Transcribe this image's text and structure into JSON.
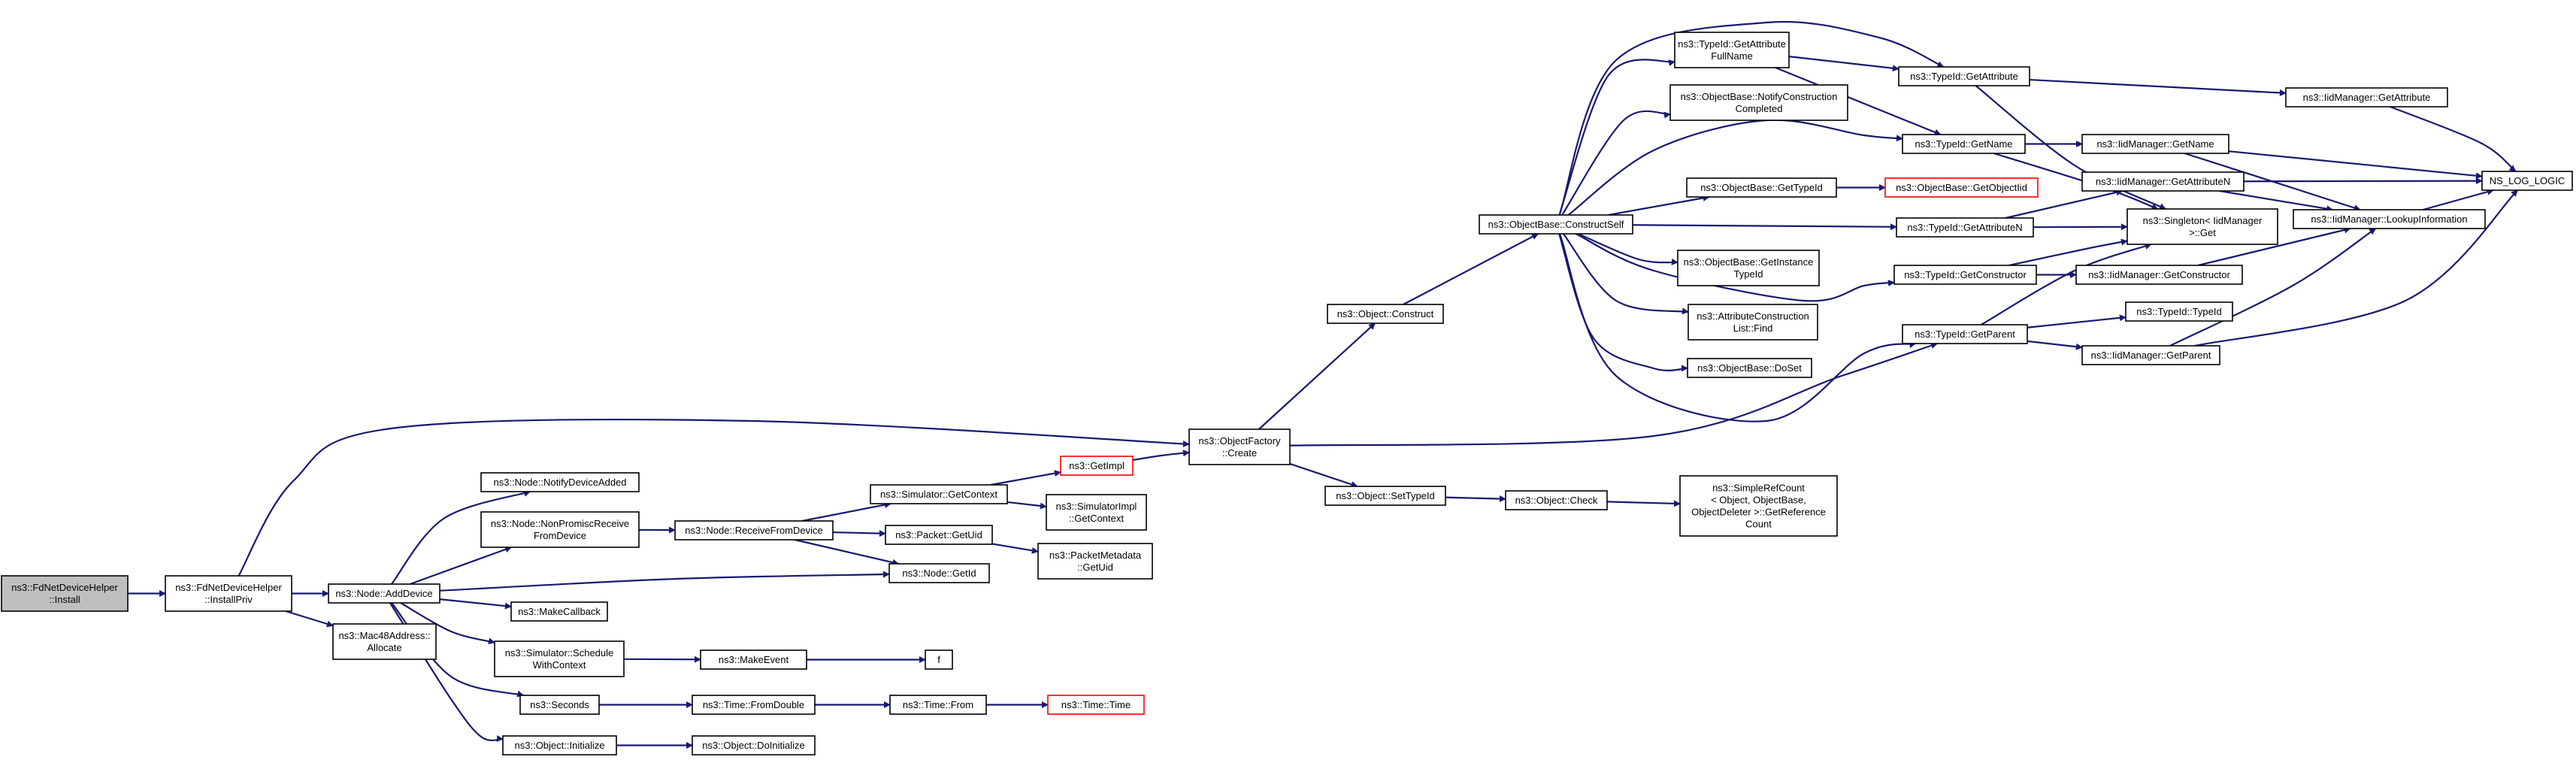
{
  "graph": {
    "colors": {
      "edge": "#191970",
      "node_border": "#000000",
      "red_border": "#ff0000",
      "root_fill": "#bfbfbf",
      "node_fill": "#ffffff"
    },
    "nodes": [
      {
        "id": "install",
        "lines": [
          "ns3::FdNetDeviceHelper",
          "::Install"
        ],
        "style": "root"
      },
      {
        "id": "installpriv",
        "lines": [
          "ns3::FdNetDeviceHelper",
          "::InstallPriv"
        ]
      },
      {
        "id": "nodeadddevice",
        "lines": [
          "ns3::Node::AddDevice"
        ]
      },
      {
        "id": "mac48allocate",
        "lines": [
          "ns3::Mac48Address::",
          "Allocate"
        ]
      },
      {
        "id": "notifydeviceadded",
        "lines": [
          "ns3::Node::NotifyDeviceAdded"
        ]
      },
      {
        "id": "nonpromisc",
        "lines": [
          "ns3::Node::NonPromiscReceive",
          "FromDevice"
        ]
      },
      {
        "id": "makecallback",
        "lines": [
          "ns3::MakeCallback"
        ]
      },
      {
        "id": "schedulewithcontext",
        "lines": [
          "ns3::Simulator::Schedule",
          "WithContext"
        ]
      },
      {
        "id": "seconds",
        "lines": [
          "ns3::Seconds"
        ]
      },
      {
        "id": "objinitialize",
        "lines": [
          "ns3::Object::Initialize"
        ]
      },
      {
        "id": "receivefromdevice",
        "lines": [
          "ns3::Node::ReceiveFromDevice"
        ]
      },
      {
        "id": "makeevent",
        "lines": [
          "ns3::MakeEvent"
        ]
      },
      {
        "id": "fromdouble",
        "lines": [
          "ns3::Time::FromDouble"
        ]
      },
      {
        "id": "doinitialize",
        "lines": [
          "ns3::Object::DoInitialize"
        ]
      },
      {
        "id": "simgetcontext",
        "lines": [
          "ns3::Simulator::GetContext"
        ]
      },
      {
        "id": "packetgetuid",
        "lines": [
          "ns3::Packet::GetUid"
        ]
      },
      {
        "id": "nodegetid",
        "lines": [
          "ns3::Node::GetId"
        ]
      },
      {
        "id": "f",
        "lines": [
          "f"
        ]
      },
      {
        "id": "timefrom",
        "lines": [
          "ns3::Time::From"
        ]
      },
      {
        "id": "getimpl",
        "lines": [
          "ns3::GetImpl"
        ],
        "style": "red"
      },
      {
        "id": "simimplgetcontext",
        "lines": [
          "ns3::SimulatorImpl",
          "::GetContext"
        ]
      },
      {
        "id": "pktmetagetuid",
        "lines": [
          "ns3::PacketMetadata",
          "::GetUid"
        ]
      },
      {
        "id": "timetime",
        "lines": [
          "ns3::Time::Time"
        ],
        "style": "red"
      },
      {
        "id": "objfactorycreate",
        "lines": [
          "ns3::ObjectFactory",
          "::Create"
        ]
      },
      {
        "id": "objconstruct",
        "lines": [
          "ns3::Object::Construct"
        ]
      },
      {
        "id": "objsettypeid",
        "lines": [
          "ns3::Object::SetTypeId"
        ]
      },
      {
        "id": "objcheck",
        "lines": [
          "ns3::Object::Check"
        ]
      },
      {
        "id": "simplerefcount",
        "lines": [
          "ns3::SimpleRefCount",
          "< Object, ObjectBase,",
          "ObjectDeleter >::GetReference",
          "Count"
        ]
      },
      {
        "id": "constructself",
        "lines": [
          "ns3::ObjectBase::ConstructSelf"
        ]
      },
      {
        "id": "getattrfullname",
        "lines": [
          "ns3::TypeId::GetAttribute",
          "FullName"
        ]
      },
      {
        "id": "notifyconstruction",
        "lines": [
          "ns3::ObjectBase::NotifyConstruction",
          "Completed"
        ]
      },
      {
        "id": "obgettypeid",
        "lines": [
          "ns3::ObjectBase::GetTypeId"
        ]
      },
      {
        "id": "getinstancetypeid",
        "lines": [
          "ns3::ObjectBase::GetInstance",
          "TypeId"
        ]
      },
      {
        "id": "attrconstructionfind",
        "lines": [
          "ns3::AttributeConstruction",
          "List::Find"
        ]
      },
      {
        "id": "dosset",
        "lines": [
          "ns3::ObjectBase::DoSet"
        ]
      },
      {
        "id": "typeidgetattribute",
        "lines": [
          "ns3::TypeId::GetAttribute"
        ]
      },
      {
        "id": "typeidgetname",
        "lines": [
          "ns3::TypeId::GetName"
        ]
      },
      {
        "id": "getobjectiid",
        "lines": [
          "ns3::ObjectBase::GetObjectIid"
        ],
        "style": "red"
      },
      {
        "id": "typeidgetattributen",
        "lines": [
          "ns3::TypeId::GetAttributeN"
        ]
      },
      {
        "id": "typeidgetconstructor",
        "lines": [
          "ns3::TypeId::GetConstructor"
        ]
      },
      {
        "id": "typeidgetparent",
        "lines": [
          "ns3::TypeId::GetParent"
        ]
      },
      {
        "id": "singletonget",
        "lines": [
          "ns3::Singleton< IidManager",
          ">::Get"
        ]
      },
      {
        "id": "typeidtypeid",
        "lines": [
          "ns3::TypeId::TypeId"
        ]
      },
      {
        "id": "iidgetattribute",
        "lines": [
          "ns3::IidManager::GetAttribute"
        ]
      },
      {
        "id": "iidgetname",
        "lines": [
          "ns3::IidManager::GetName"
        ]
      },
      {
        "id": "iidgetattributen",
        "lines": [
          "ns3::IidManager::GetAttributeN"
        ]
      },
      {
        "id": "iidgetconstructor",
        "lines": [
          "ns3::IidManager::GetConstructor"
        ]
      },
      {
        "id": "iidgetparent",
        "lines": [
          "ns3::IidManager::GetParent"
        ]
      },
      {
        "id": "nslog",
        "lines": [
          "NS_LOG_LOGIC"
        ]
      },
      {
        "id": "lookupinfo",
        "lines": [
          "ns3::IidManager::LookupInformation"
        ]
      }
    ],
    "edges": [
      [
        "install",
        "installpriv"
      ],
      [
        "installpriv",
        "nodeadddevice"
      ],
      [
        "installpriv",
        "mac48allocate"
      ],
      [
        "installpriv",
        "objfactorycreate"
      ],
      [
        "nodeadddevice",
        "notifydeviceadded"
      ],
      [
        "nodeadddevice",
        "nonpromisc"
      ],
      [
        "nodeadddevice",
        "nodegetid"
      ],
      [
        "nodeadddevice",
        "makecallback"
      ],
      [
        "nodeadddevice",
        "schedulewithcontext"
      ],
      [
        "nodeadddevice",
        "seconds"
      ],
      [
        "nodeadddevice",
        "objinitialize"
      ],
      [
        "nonpromisc",
        "receivefromdevice"
      ],
      [
        "receivefromdevice",
        "simgetcontext"
      ],
      [
        "receivefromdevice",
        "packetgetuid"
      ],
      [
        "receivefromdevice",
        "nodegetid"
      ],
      [
        "simgetcontext",
        "getimpl"
      ],
      [
        "simgetcontext",
        "simimplgetcontext"
      ],
      [
        "packetgetuid",
        "pktmetagetuid"
      ],
      [
        "getimpl",
        "objfactorycreate"
      ],
      [
        "schedulewithcontext",
        "makeevent"
      ],
      [
        "makeevent",
        "f"
      ],
      [
        "seconds",
        "fromdouble"
      ],
      [
        "fromdouble",
        "timefrom"
      ],
      [
        "timefrom",
        "timetime"
      ],
      [
        "objinitialize",
        "doinitialize"
      ],
      [
        "objfactorycreate",
        "objconstruct"
      ],
      [
        "objfactorycreate",
        "objsettypeid"
      ],
      [
        "objfactorycreate",
        "typeidgetparent"
      ],
      [
        "objconstruct",
        "constructself"
      ],
      [
        "objsettypeid",
        "objcheck"
      ],
      [
        "objcheck",
        "simplerefcount"
      ],
      [
        "constructself",
        "getattrfullname"
      ],
      [
        "constructself",
        "notifyconstruction"
      ],
      [
        "constructself",
        "typeidgetattribute"
      ],
      [
        "constructself",
        "typeidgetname"
      ],
      [
        "constructself",
        "obgettypeid"
      ],
      [
        "constructself",
        "typeidgetattributen"
      ],
      [
        "constructself",
        "getinstancetypeid"
      ],
      [
        "constructself",
        "attrconstructionfind"
      ],
      [
        "constructself",
        "dosset"
      ],
      [
        "constructself",
        "typeidgetconstructor"
      ],
      [
        "constructself",
        "typeidgetparent"
      ],
      [
        "getattrfullname",
        "typeidgetattribute"
      ],
      [
        "getattrfullname",
        "typeidgetname"
      ],
      [
        "obgettypeid",
        "getobjectiid"
      ],
      [
        "typeidgetattribute",
        "iidgetattribute"
      ],
      [
        "typeidgetattribute",
        "singletonget"
      ],
      [
        "typeidgetname",
        "iidgetname"
      ],
      [
        "typeidgetname",
        "singletonget"
      ],
      [
        "typeidgetattributen",
        "iidgetattributen"
      ],
      [
        "typeidgetattributen",
        "singletonget"
      ],
      [
        "typeidgetconstructor",
        "singletonget"
      ],
      [
        "typeidgetconstructor",
        "iidgetconstructor"
      ],
      [
        "typeidgetparent",
        "singletonget"
      ],
      [
        "typeidgetparent",
        "typeidtypeid"
      ],
      [
        "typeidgetparent",
        "iidgetparent"
      ],
      [
        "iidgetattribute",
        "nslog"
      ],
      [
        "iidgetname",
        "nslog"
      ],
      [
        "iidgetname",
        "lookupinfo"
      ],
      [
        "iidgetattributen",
        "nslog"
      ],
      [
        "iidgetattributen",
        "lookupinfo"
      ],
      [
        "iidgetconstructor",
        "lookupinfo"
      ],
      [
        "iidgetparent",
        "lookupinfo"
      ],
      [
        "iidgetparent",
        "nslog"
      ],
      [
        "lookupinfo",
        "nslog"
      ]
    ]
  }
}
